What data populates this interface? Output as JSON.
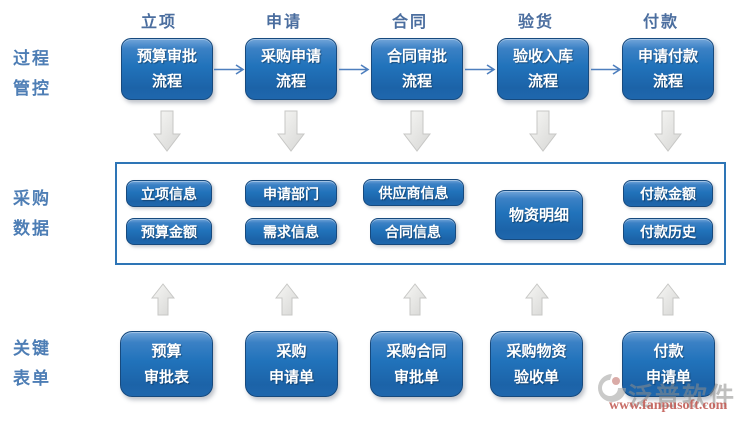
{
  "row_labels": {
    "process": {
      "line1": "过程",
      "line2": "管控"
    },
    "data": {
      "line1": "采购",
      "line2": "数据"
    },
    "forms": {
      "line1": "关键",
      "line2": "表单"
    }
  },
  "stages": [
    {
      "header": "立项",
      "process_line1": "预算审批",
      "process_line2": "流程",
      "form_line1": "预算",
      "form_line2": "审批表"
    },
    {
      "header": "申请",
      "process_line1": "采购申请",
      "process_line2": "流程",
      "form_line1": "采购",
      "form_line2": "申请单"
    },
    {
      "header": "合同",
      "process_line1": "合同审批",
      "process_line2": "流程",
      "form_line1": "采购合同",
      "form_line2": "审批单"
    },
    {
      "header": "验货",
      "process_line1": "验收入库",
      "process_line2": "流程",
      "form_line1": "采购物资",
      "form_line2": "验收单"
    },
    {
      "header": "付款",
      "process_line1": "申请付款",
      "process_line2": "流程",
      "form_line1": "付款",
      "form_line2": "申请单"
    }
  ],
  "data_items": {
    "col1_top": "立项信息",
    "col1_bottom": "预算金额",
    "col2_top": "申请部门",
    "col2_bottom": "需求信息",
    "col3_top": "供应商信息",
    "col3_bottom": "合同信息",
    "col4_center": "物资明细",
    "col5_top": "付款金额",
    "col5_bottom": "付款历史"
  },
  "watermark": {
    "brand": "泛普软件",
    "url": "www.fanpusoft.com"
  },
  "colors": {
    "box_blue": "#2173BB",
    "box_border": "#174A7E",
    "panel_border": "#2E75B6",
    "header_text": "#4B6E9F",
    "side_label_text": "#4E7EB5",
    "flow_arrow": "#4E7FBE",
    "block_arrow_fill": "#E9E9E7",
    "watermark_url_color": "#C25D56"
  }
}
